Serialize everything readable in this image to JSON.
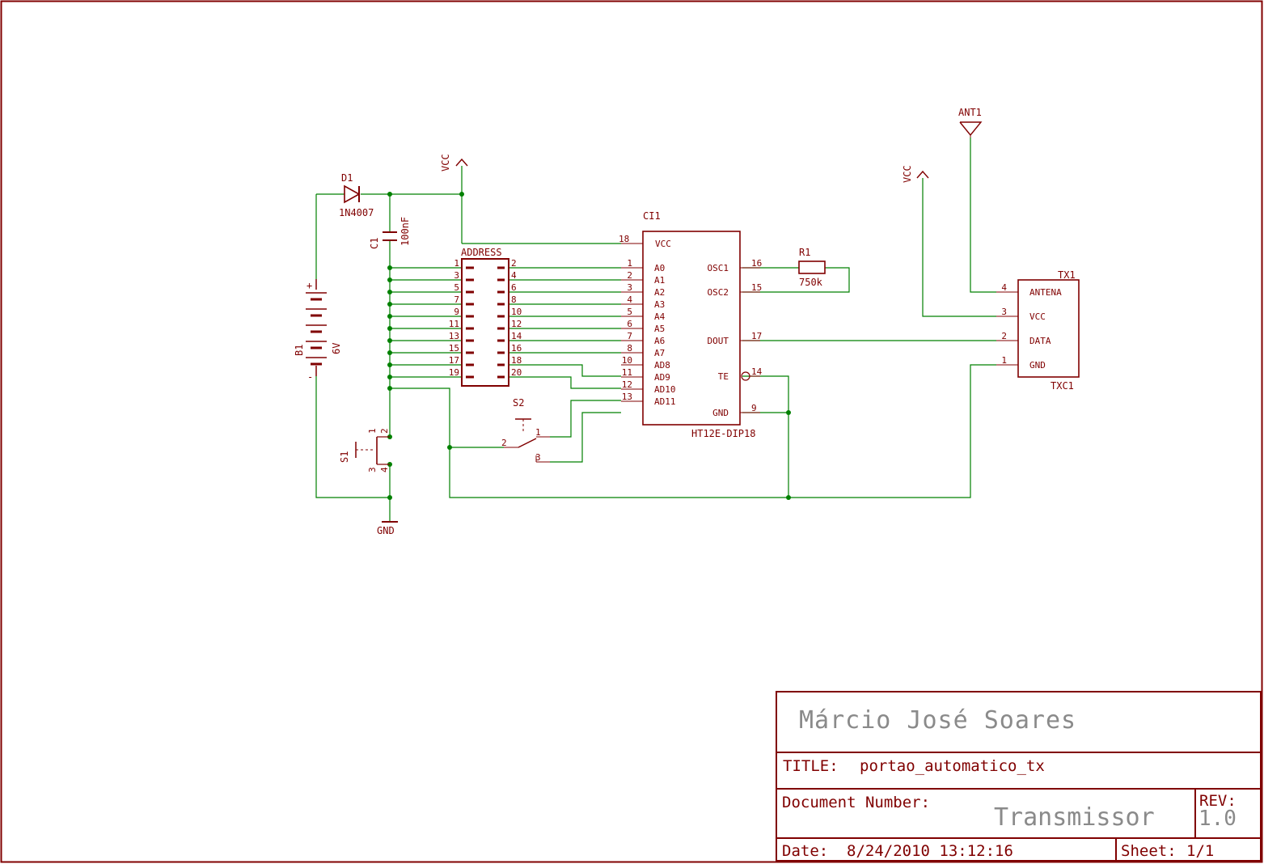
{
  "schematic": {
    "d1": {
      "ref": "D1",
      "value": "1N4007"
    },
    "c1": {
      "ref": "C1",
      "value": "100nF"
    },
    "b1": {
      "ref": "B1",
      "value": "6V",
      "plus": "+",
      "minus": "-"
    },
    "s1": {
      "ref": "S1",
      "pins": [
        "1",
        "2",
        "3",
        "4"
      ]
    },
    "s2": {
      "ref": "S2",
      "pins": [
        "1",
        "2",
        "3"
      ]
    },
    "r1": {
      "ref": "R1",
      "value": "750k"
    },
    "ant1": {
      "ref": "ANT1"
    },
    "vcc_label": "VCC",
    "gnd_label": "GND",
    "address": {
      "name": "ADDRESS",
      "left_pins": [
        "1",
        "3",
        "5",
        "7",
        "9",
        "11",
        "13",
        "15",
        "17",
        "19"
      ],
      "right_pins": [
        "2",
        "4",
        "6",
        "8",
        "10",
        "12",
        "14",
        "16",
        "18",
        "20"
      ]
    },
    "ci1": {
      "ref": "CI1",
      "value": "HT12E-DIP18",
      "vcc": {
        "name": "VCC",
        "pin": "18"
      },
      "left": [
        {
          "name": "A0",
          "pin": "1"
        },
        {
          "name": "A1",
          "pin": "2"
        },
        {
          "name": "A2",
          "pin": "3"
        },
        {
          "name": "A3",
          "pin": "4"
        },
        {
          "name": "A4",
          "pin": "5"
        },
        {
          "name": "A5",
          "pin": "6"
        },
        {
          "name": "A6",
          "pin": "7"
        },
        {
          "name": "A7",
          "pin": "8"
        },
        {
          "name": "AD8",
          "pin": "10"
        },
        {
          "name": "AD9",
          "pin": "11"
        },
        {
          "name": "AD10",
          "pin": "12"
        },
        {
          "name": "AD11",
          "pin": "13"
        }
      ],
      "right": [
        {
          "name": "OSC1",
          "pin": "16"
        },
        {
          "name": "OSC2",
          "pin": "15"
        },
        {
          "name": "DOUT",
          "pin": "17"
        },
        {
          "name": "TE",
          "pin": "14"
        },
        {
          "name": "GND",
          "pin": "9"
        }
      ]
    },
    "tx1": {
      "ref": "TX1",
      "value": "TXC1",
      "pins": [
        {
          "name": "ANTENA",
          "pin": "4"
        },
        {
          "name": "VCC",
          "pin": "3"
        },
        {
          "name": "DATA",
          "pin": "2"
        },
        {
          "name": "GND",
          "pin": "1"
        }
      ]
    }
  },
  "title_block": {
    "author": "Márcio José Soares",
    "title_label": "TITLE:",
    "title_value": "portao_automatico_tx",
    "doc_label": "Document Number:",
    "doc_value": "Transmissor",
    "rev_label": "REV:",
    "rev_value": "1.0",
    "date_label": "Date:",
    "date_value": "8/24/2010 13:12:16",
    "sheet_label": "Sheet:",
    "sheet_value": "1/1"
  },
  "colors": {
    "symbol": "#800000",
    "wire": "#008000",
    "background": "#ffffff"
  }
}
